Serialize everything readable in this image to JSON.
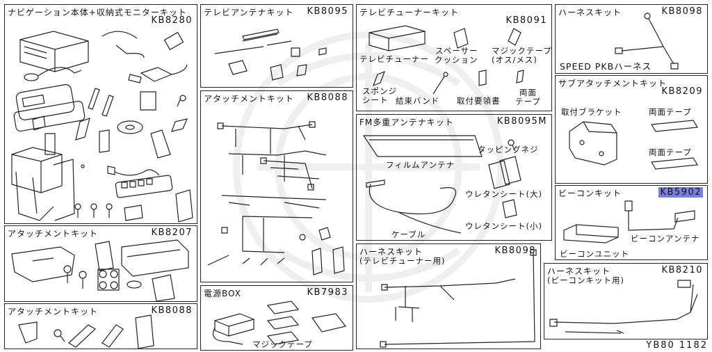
{
  "panels": {
    "nav": {
      "title": "ナビゲーション本体+収納式モニターキット",
      "code": "KB8280"
    },
    "tv_antenna": {
      "title": "テレビアンテナキット",
      "code": "KB8095"
    },
    "tv_tuner": {
      "title": "テレビチューナーキット",
      "code": "KB8091",
      "labels": {
        "tuner": "テレビチューナー",
        "spacer": "スペーサー\nクッション",
        "magic": "マジックテープ\n(オス/メス)",
        "sponge": "スポンジ\nシート",
        "band": "結束バンド",
        "manual": "取付要領書",
        "tape": "両面\nテープ"
      }
    },
    "harness_top": {
      "title": "ハーネスキット",
      "code": "KB8098",
      "label": "SPEED PKBハーネス"
    },
    "sub_attach": {
      "title": "サブアタッチメントキット",
      "code": "KB8209",
      "labels": {
        "bracket": "取付ブラケット",
        "tape1": "両面テープ",
        "tape2": "両面テープ"
      }
    },
    "attach_mid": {
      "title": "アタッチメントキット",
      "code": "KB8088"
    },
    "fm_antenna": {
      "title": "FM多重アンテナキット",
      "code": "KB8095M",
      "labels": {
        "screw": "タッピングネジ",
        "film": "フィルムアンテナ",
        "urethane_l": "ウレタンシート(大)",
        "cable": "ケーブル",
        "urethane_s": "ウレタンシート(小)"
      }
    },
    "beacon": {
      "title": "ビーコンキット",
      "code": "KB5902",
      "labels": {
        "antenna": "ビーコンアンテナ",
        "unit": "ビーコンユニット"
      }
    },
    "attach_8207": {
      "title": "アタッチメントキット",
      "code": "KB8207"
    },
    "attach_bottom": {
      "title": "アタッチメントキット",
      "code": "KB8088"
    },
    "power": {
      "title": "電源BOX",
      "code": "KB7983",
      "label": "マジックテープ"
    },
    "harness_tv": {
      "title": "ハーネスキット",
      "subtitle": "(テレビチューナー用)",
      "code": "KB8098"
    },
    "harness_beacon": {
      "title": "ハーネスキット",
      "subtitle": "(ビーコンキット用)",
      "code": "KB8210"
    }
  },
  "footer": "YB80 1182"
}
